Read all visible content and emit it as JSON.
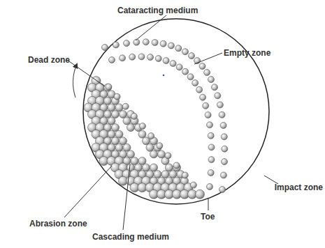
{
  "diagram": {
    "labels": [
      "Cataracting medium",
      "Empty zone",
      "Dead zone",
      "Impact zone",
      "Toe",
      "Abrasion zone",
      "Cascading medium"
    ]
  }
}
